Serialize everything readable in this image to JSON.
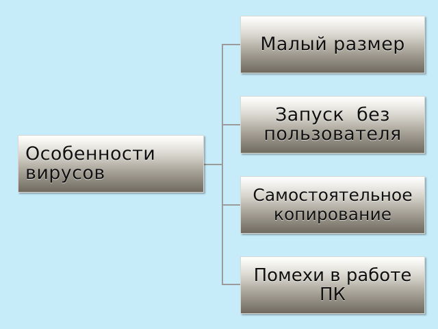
{
  "diagram": {
    "root": {
      "label_line1": "Особенности",
      "label_line2": "вирусов"
    },
    "children": [
      {
        "label_line1": "Малый размер",
        "label_line2": ""
      },
      {
        "label_line1": "Запуск  без",
        "label_line2": "пользователя"
      },
      {
        "label_line1": "Самостоятельное",
        "label_line2": "копирование"
      },
      {
        "label_line1": "Помехи в работе",
        "label_line2": "ПК"
      }
    ]
  },
  "colors": {
    "background": "#c6ebf9",
    "connector": "#9a9a9a",
    "box_border": "#d9d9d2"
  }
}
